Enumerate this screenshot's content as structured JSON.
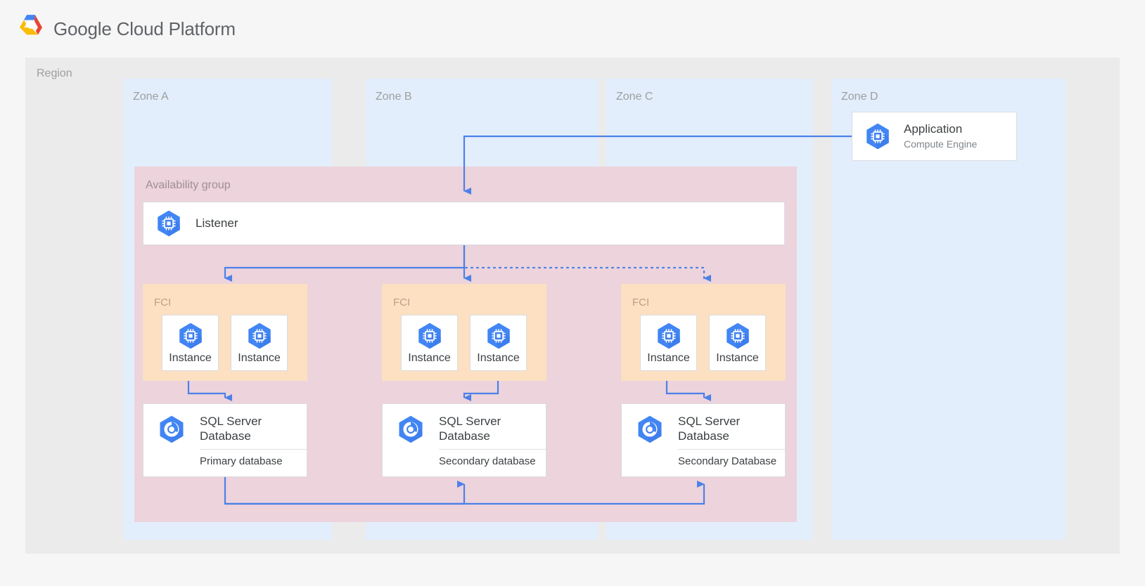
{
  "header": {
    "brand": "Google Cloud Platform",
    "logo_icon": "google-cloud-platform-logo",
    "logo_colors": {
      "blue": "#4285f4",
      "red": "#ea4335",
      "yellow": "#fbbc05",
      "green": "#34a853"
    }
  },
  "colors": {
    "page_background": "#f6f6f6",
    "region_background": "#ebebeb",
    "zone_background": "#e2eefc",
    "availability_group_background": "#ecd3dc",
    "fci_background": "#fce0c1",
    "card_background": "#ffffff",
    "card_border": "#dadce0",
    "connector": "#4c81e8",
    "icon_blue": "#4285f4",
    "label_grey": "#9e9e9e",
    "text_primary": "#3c4043",
    "text_secondary": "#80868b"
  },
  "region": {
    "label": "Region",
    "zones": [
      {
        "id": "zone-a",
        "label": "Zone A"
      },
      {
        "id": "zone-b",
        "label": "Zone B"
      },
      {
        "id": "zone-c",
        "label": "Zone C"
      },
      {
        "id": "zone-d",
        "label": "Zone D"
      }
    ]
  },
  "application": {
    "title": "Application",
    "subtitle": "Compute Engine",
    "icon": "compute-engine-icon"
  },
  "availability_group": {
    "label": "Availability group",
    "listener": {
      "label": "Listener",
      "icon": "compute-engine-icon"
    },
    "fci_groups": [
      {
        "id": "fci-a",
        "label": "FCI",
        "instances": [
          {
            "label": "Instance",
            "icon": "compute-engine-icon"
          },
          {
            "label": "Instance",
            "icon": "compute-engine-icon"
          }
        ]
      },
      {
        "id": "fci-b",
        "label": "FCI",
        "instances": [
          {
            "label": "Instance",
            "icon": "compute-engine-icon"
          },
          {
            "label": "Instance",
            "icon": "compute-engine-icon"
          }
        ]
      },
      {
        "id": "fci-c",
        "label": "FCI",
        "instances": [
          {
            "label": "Instance",
            "icon": "compute-engine-icon"
          },
          {
            "label": "Instance",
            "icon": "compute-engine-icon"
          }
        ]
      }
    ],
    "databases": [
      {
        "id": "db-a",
        "title": "SQL Server Database",
        "role": "Primary database",
        "icon": "sql-server-database-icon"
      },
      {
        "id": "db-b",
        "title": "SQL Server Database",
        "role": "Secondary database",
        "icon": "sql-server-database-icon"
      },
      {
        "id": "db-c",
        "title": "SQL Server Database",
        "role": "Secondary Database",
        "icon": "sql-server-database-icon"
      }
    ]
  },
  "connectors": [
    {
      "name": "application-to-listener",
      "style": "solid",
      "arrow": "down"
    },
    {
      "name": "listener-to-fci-a",
      "style": "solid",
      "arrow": "down"
    },
    {
      "name": "listener-to-fci-b",
      "style": "solid",
      "arrow": "down"
    },
    {
      "name": "listener-to-fci-c",
      "style": "dotted",
      "arrow": "down"
    },
    {
      "name": "fci-a-to-db-a",
      "style": "solid",
      "arrow": "down"
    },
    {
      "name": "fci-b-to-db-b",
      "style": "solid",
      "arrow": "down"
    },
    {
      "name": "fci-c-to-db-c",
      "style": "solid",
      "arrow": "down"
    },
    {
      "name": "db-a-to-db-b",
      "style": "solid",
      "arrow": "up"
    },
    {
      "name": "db-a-to-db-c",
      "style": "solid",
      "arrow": "up"
    }
  ]
}
